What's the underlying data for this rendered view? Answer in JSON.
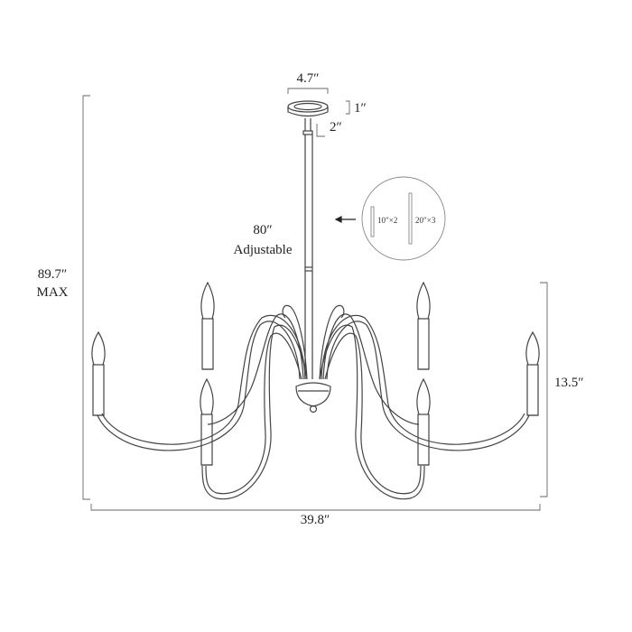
{
  "dimensions": {
    "canopy_width": "4.7″",
    "canopy_height": "1″",
    "stem_gap": "2″",
    "rod_length": "80″",
    "rod_note": "Adjustable",
    "total_height": "89.7″",
    "total_height_note": "MAX",
    "body_height": "13.5″",
    "width": "39.8″"
  },
  "rods": {
    "short_rod": "10″×2",
    "long_rod": "20″×3"
  },
  "colors": {
    "line": "#444444",
    "dimension_line": "#666666"
  }
}
